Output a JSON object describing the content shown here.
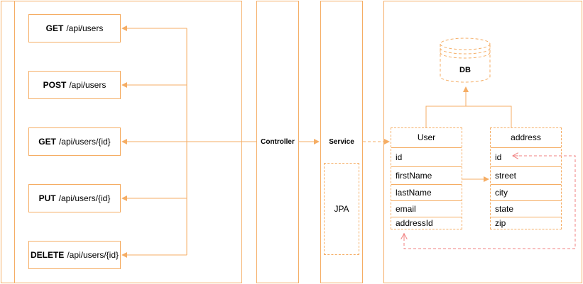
{
  "endpoints": [
    {
      "method": "GET",
      "path": "/api/users"
    },
    {
      "method": "POST",
      "path": "/api/users"
    },
    {
      "method": "GET",
      "path": "/api/users/{id}"
    },
    {
      "method": "PUT",
      "path": "/api/users/{id}"
    },
    {
      "method": "DELETE",
      "path": "/api/users/{id}"
    }
  ],
  "controller_label": "Controller",
  "service_label": "Service",
  "jpa_label": "JPA",
  "db_label": "DB",
  "user_entity": {
    "title": "User",
    "fields": [
      "id",
      "firstName",
      "lastName",
      "email",
      "addressId"
    ]
  },
  "address_entity": {
    "title": "address",
    "fields": [
      "id",
      "street",
      "city",
      "state",
      "zip"
    ]
  },
  "colors": {
    "line": "#f5ad64",
    "fk_line": "#f08080"
  }
}
